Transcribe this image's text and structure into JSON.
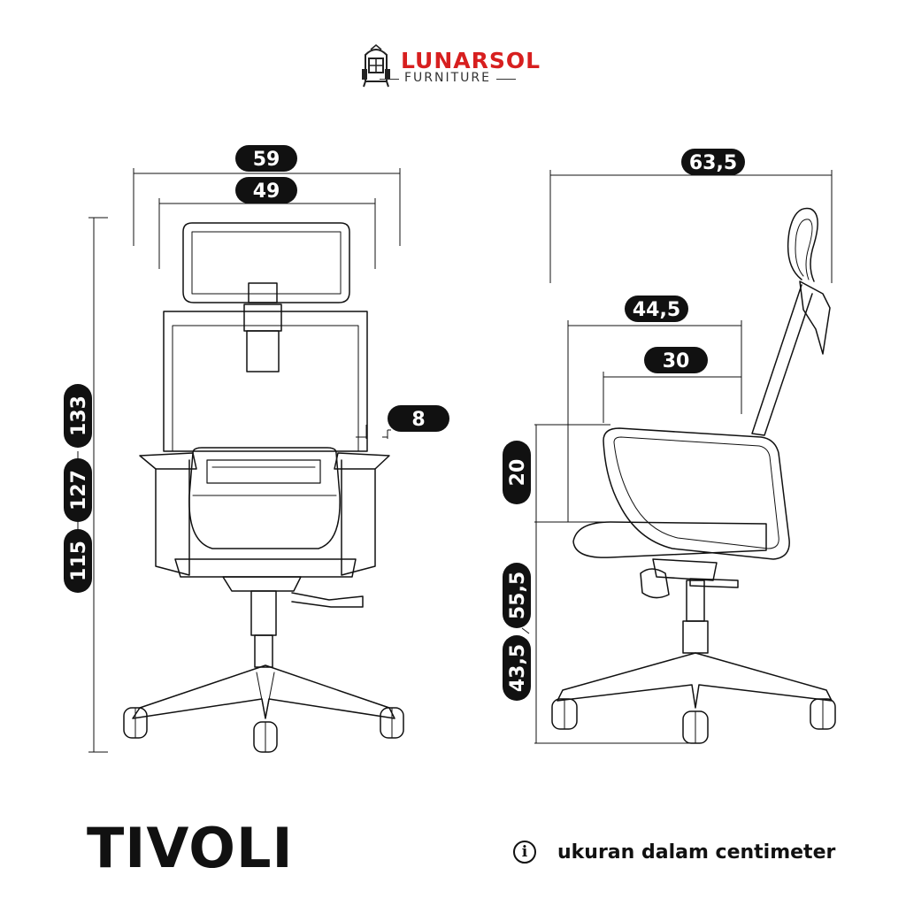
{
  "brand": {
    "name": "LUNARSOL",
    "sub": "FURNITURE",
    "color": "#d71f1f",
    "icon": "chair-crest-icon"
  },
  "product": {
    "name": "TIVOLI"
  },
  "note": {
    "icon": "info-icon",
    "icon_glyph": "i",
    "text": "ukuran dalam centimeter"
  },
  "dimensions": {
    "front": {
      "total_width": "59",
      "backrest_width": "49",
      "armrest_width": "8",
      "height_max": "133",
      "height_mid": "127",
      "height_min": "115"
    },
    "side": {
      "total_depth": "63,5",
      "seat_depth": "44,5",
      "seat_depth_inner": "30",
      "armrest_height": "20",
      "seat_height_max": "55,5",
      "seat_height_min": "43,5"
    }
  }
}
